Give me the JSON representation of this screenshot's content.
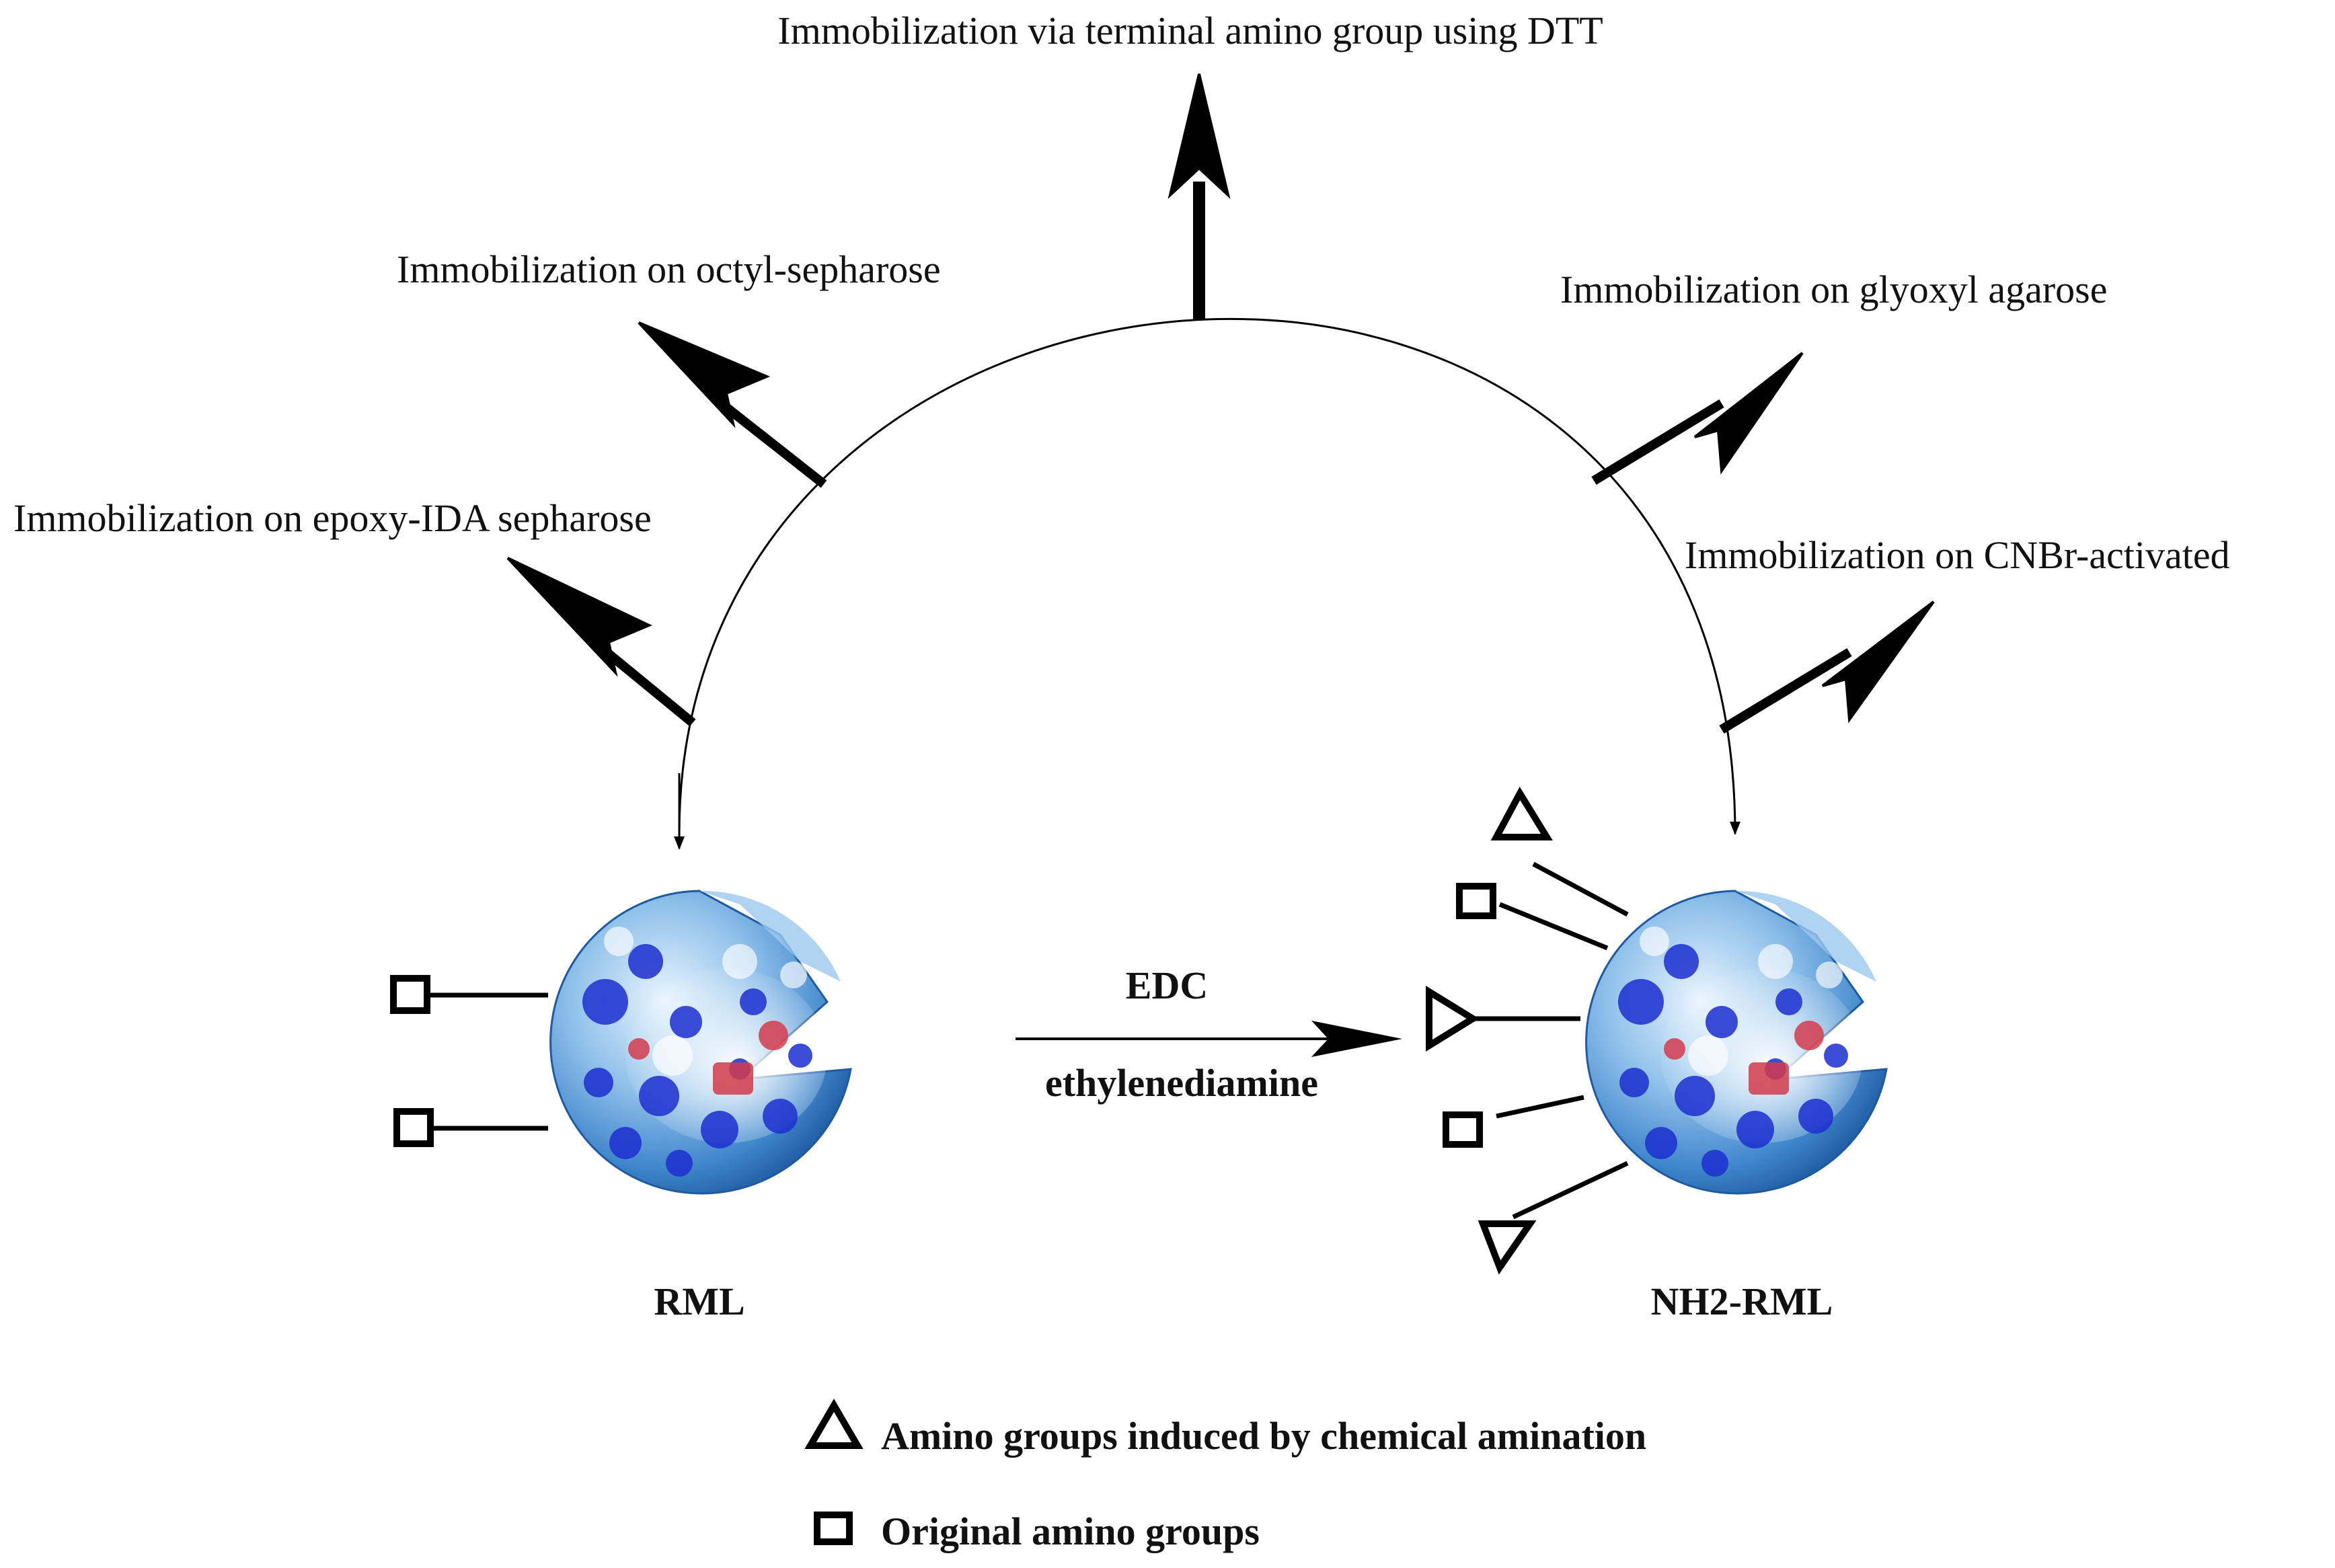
{
  "routes": {
    "dtt": "Immobilization via terminal amino group using DTT",
    "octyl": "Immobilization on octyl-sepharose",
    "epoxy": "Immobilization on epoxy-IDA sepharose",
    "glyoxyl": "Immobilization on glyoxyl agarose",
    "cnbr": "Immobilization on CNBr-activated"
  },
  "reaction": {
    "reagent_top": "EDC",
    "reagent_bottom": "ethylenediamine"
  },
  "enzymes": {
    "native": "RML",
    "aminated": "NH2-RML"
  },
  "legend": {
    "induced": "Amino groups induced by chemical amination",
    "original": "Original amino groups"
  },
  "colors": {
    "sphere_light": "#cfe6fb",
    "sphere_mid": "#5b9bd6",
    "sphere_dark": "#1f5aa0",
    "residue_blue": "#1c2fd0",
    "residue_red": "#d23c4c"
  }
}
